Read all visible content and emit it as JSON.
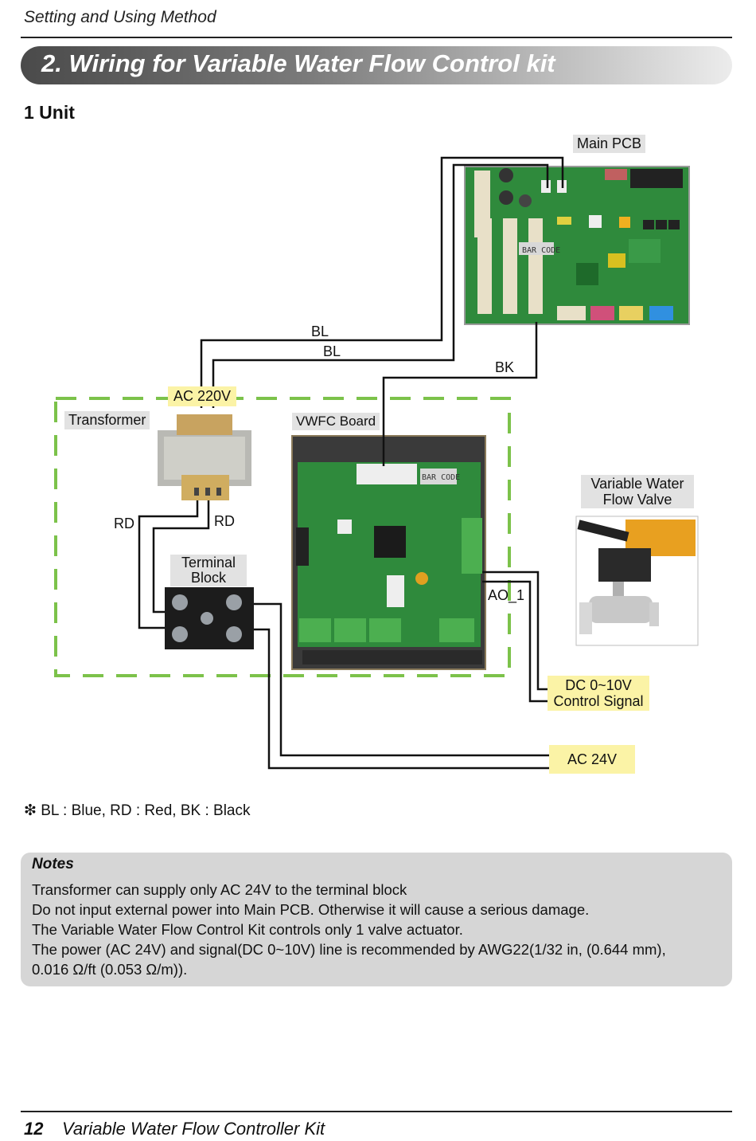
{
  "header": {
    "section": "Setting and Using Method"
  },
  "title": "2. Wiring for Variable Water Flow Control kit",
  "subtitle": "1 Unit",
  "diagram": {
    "main_pcb": "Main PCB",
    "bl_1": "BL",
    "bl_2": "BL",
    "bk": "BK",
    "ac220": "AC 220V",
    "transformer": "Transformer",
    "vwfc_board": "VWFC Board",
    "rd_left": "RD",
    "rd_right": "RD",
    "terminal_block": [
      "Terminal",
      "Block"
    ],
    "valve": [
      "Variable Water",
      "Flow Valve"
    ],
    "ao1": "AO_1",
    "dc_signal": [
      "DC 0~10V",
      "Control Signal"
    ],
    "ac24": "AC 24V",
    "pcb_bar_code": "BAR CODE",
    "vwfc_bar_code": "BAR CODE"
  },
  "legend": "❇ BL : Blue,  RD : Red,  BK : Black",
  "notes": {
    "title": "Notes",
    "lines": [
      "Transformer can supply only AC 24V to the terminal block",
      "Do not input external power into Main PCB. Otherwise it will cause a serious damage.",
      "The Variable Water Flow Control Kit controls only 1 valve actuator.",
      "The power (AC 24V) and signal(DC 0~10V) line is recommended by AWG22(1/32 in, (0.644 mm),",
      "0.016 Ω/ft (0.053 Ω/m))."
    ]
  },
  "footer": {
    "page": "12",
    "title": "Variable Water Flow Controller Kit"
  },
  "colors": {
    "pcb_green": "#2f8a3c",
    "dashed_border": "#7cc24a",
    "label_yellow": "#fbf3a6",
    "label_gray": "#e2e2e2"
  }
}
